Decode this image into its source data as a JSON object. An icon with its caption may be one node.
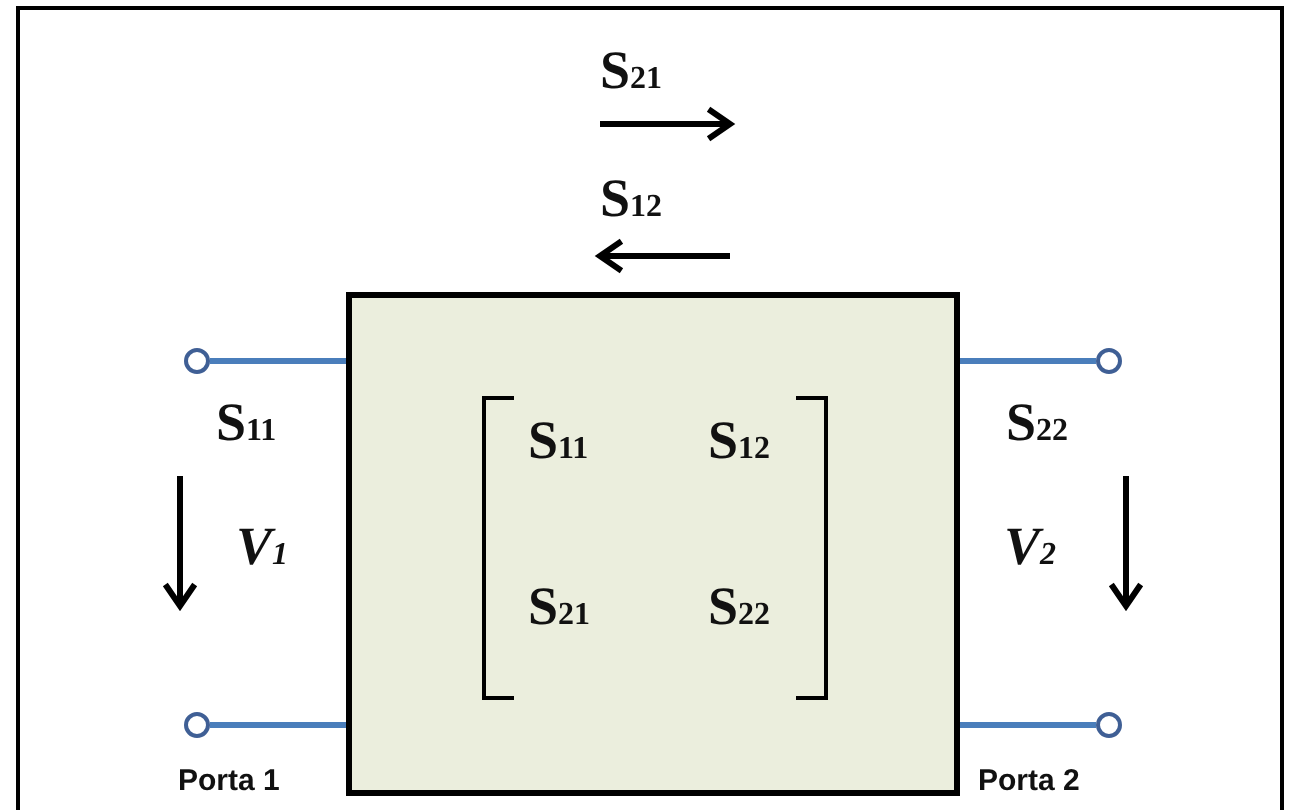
{
  "diagram": {
    "nodes": [
      {
        "text": [
          "S$_{11}$",
          "S$_{12}$",
          "S$_{21}$",
          "S$_{22}$"
        ]
      },
      {
        "text": [],
        "shape": "circle"
      },
      {
        "text": [],
        "shape": "circle"
      },
      {
        "text": [],
        "shape": "circle"
      },
      {
        "text": [],
        "shape": "circle"
      }
    ],
    "edges": [
      {
        "from": 1,
        "to": 0,
        "arrow": "none"
      },
      {
        "from": 0,
        "to": 2,
        "arrow": "none"
      },
      {
        "from": 3,
        "to": 0,
        "arrow": "none"
      },
      {
        "from": 0,
        "to": 4,
        "arrow": "none"
      }
    ],
    "labels": [
      "S$_{21}$",
      "S$_{12}$",
      "S$_{11}$",
      "V$_{1}$",
      "S$_{22}$",
      "V$_{2}$",
      "Porta 1",
      "Porta 2"
    ]
  }
}
